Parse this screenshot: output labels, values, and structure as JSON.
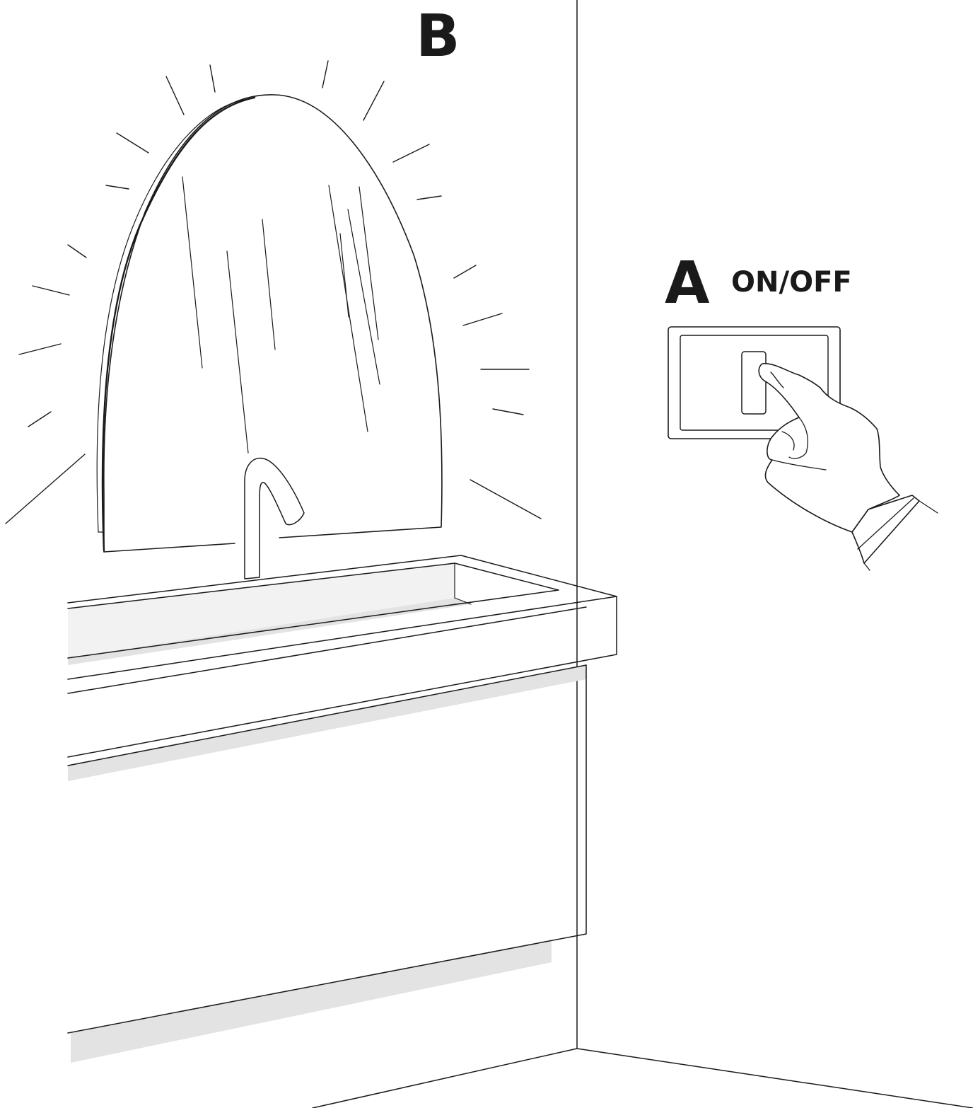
{
  "labels": {
    "mirror_letter": "B",
    "switch_letter": "A",
    "switch_text": "ON/OFF"
  },
  "colors": {
    "ink": "#1a1a1a",
    "shadow": "#e3e3e3",
    "basin": "#f2f2f2",
    "background": "#ffffff"
  },
  "icons": {
    "mirror": "arched-mirror-icon",
    "switch": "wall-switch-icon",
    "hand": "pointing-hand-icon",
    "faucet": "faucet-icon"
  }
}
